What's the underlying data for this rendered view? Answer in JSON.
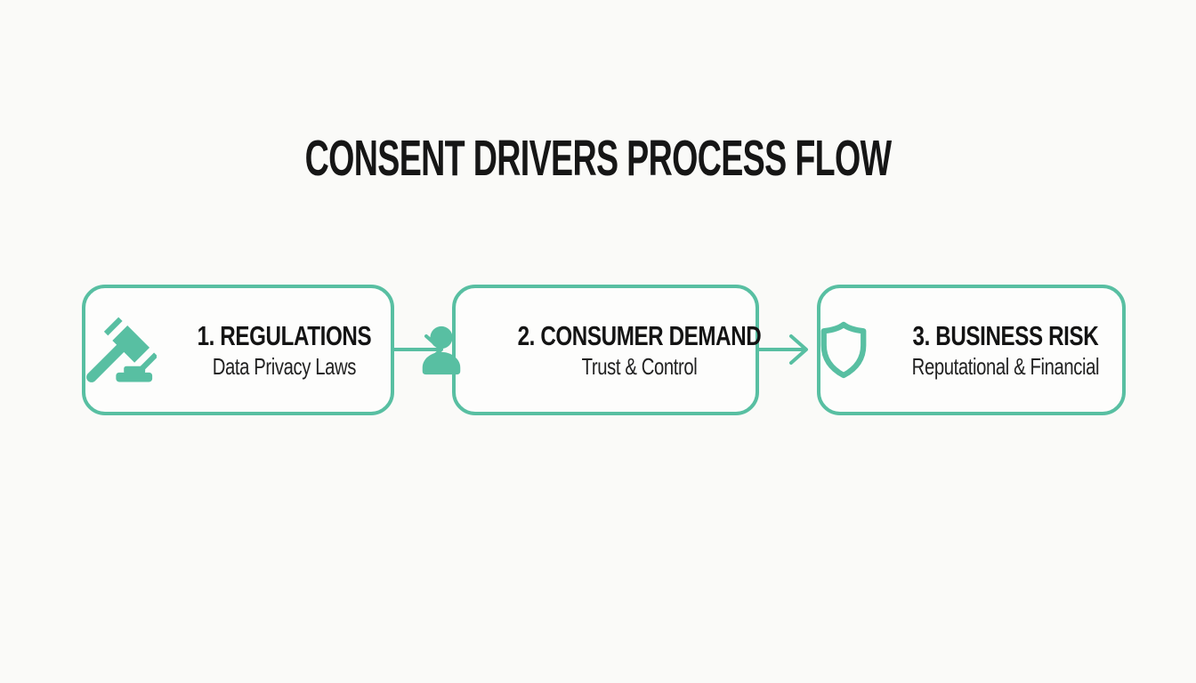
{
  "title": "CONSENT DRIVERS PROCESS FLOW",
  "colors": {
    "accent_teal": "#58bfa2",
    "text_dark": "#161616",
    "page_background": "#fafaf8",
    "box_background": "#fdfdfc"
  },
  "flow": {
    "connector": "arrow-right",
    "steps": [
      {
        "icon": "gavel-icon",
        "heading": "1. REGULATIONS",
        "subheading": "Data Privacy Laws"
      },
      {
        "icon": "person-icon",
        "heading": "2. CONSUMER DEMAND",
        "subheading": "Trust & Control"
      },
      {
        "icon": "shield-icon",
        "heading": "3. BUSINESS RISK",
        "subheading": "Reputational & Financial"
      }
    ]
  }
}
